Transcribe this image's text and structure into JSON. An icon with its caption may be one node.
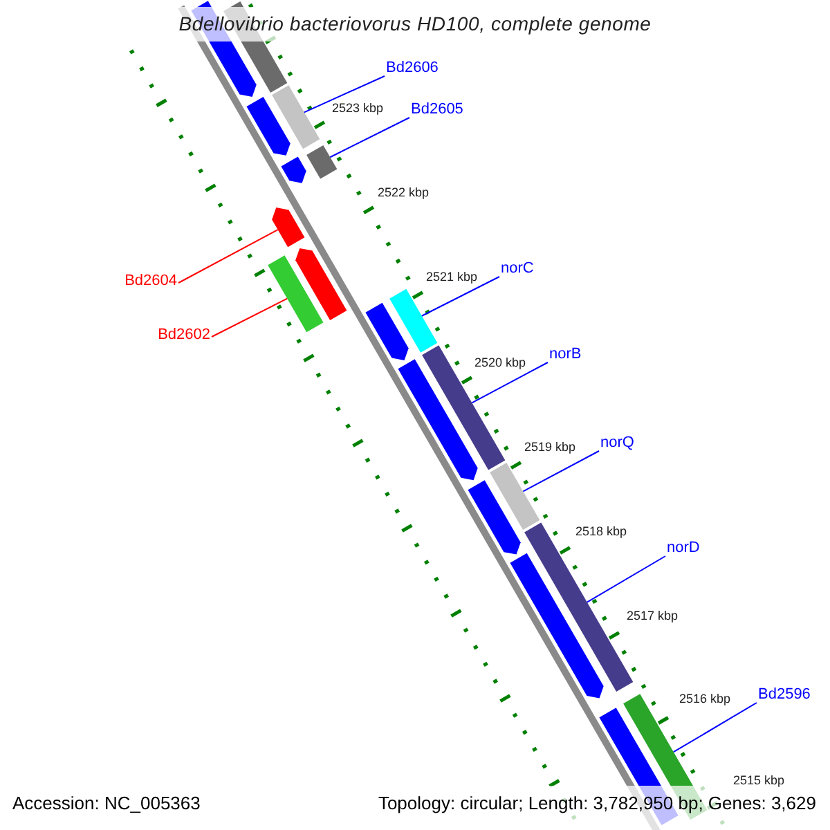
{
  "diagram": {
    "title": "Bdellovibrio bacteriovorus HD100, complete genome",
    "nodes": [
      {
        "text": [
          "Bd2606"
        ]
      },
      {
        "text": [
          "Bd2605"
        ]
      },
      {
        "text": [
          "norC"
        ]
      },
      {
        "text": [
          "Bd2604"
        ]
      },
      {
        "text": [
          "Bd2602"
        ]
      },
      {
        "text": [
          "norB"
        ]
      },
      {
        "text": [
          "norQ"
        ]
      },
      {
        "text": [
          "norD"
        ]
      },
      {
        "text": [
          "Bd2596"
        ]
      },
      {
        "text": [],
        "shape": "arrow"
      },
      {
        "text": [],
        "shape": "bar"
      },
      {
        "text": [],
        "shape": "arrow"
      },
      {
        "text": [],
        "shape": "bar"
      },
      {
        "text": [],
        "shape": "arrow"
      },
      {
        "text": [],
        "shape": "bar"
      },
      {
        "text": [],
        "shape": "arrow"
      },
      {
        "text": [],
        "shape": "bar"
      },
      {
        "text": [],
        "shape": "arrow"
      },
      {
        "text": [],
        "shape": "arrow"
      },
      {
        "text": [],
        "shape": "bar"
      },
      {
        "text": [],
        "shape": "arrow"
      },
      {
        "text": [],
        "shape": "bar"
      },
      {
        "text": [],
        "shape": "bar"
      },
      {
        "text": [],
        "shape": "arrow"
      },
      {
        "text": [],
        "shape": "bar"
      },
      {
        "text": [],
        "shape": "arrow"
      },
      {
        "text": [],
        "shape": "bar"
      },
      {
        "text": [],
        "shape": "bar"
      }
    ],
    "edges": [
      {
        "from": 0,
        "to": 12,
        "arrow": "none"
      },
      {
        "from": 1,
        "to": 14,
        "arrow": "none"
      },
      {
        "from": 2,
        "to": 19,
        "arrow": "none"
      },
      {
        "from": 3,
        "to": 15,
        "arrow": "none",
        "color": "#ff0000"
      },
      {
        "from": 4,
        "to": 16,
        "arrow": "none",
        "color": "#ff0000"
      },
      {
        "from": 5,
        "to": 21,
        "arrow": "none"
      },
      {
        "from": 6,
        "to": 22,
        "arrow": "none"
      },
      {
        "from": 7,
        "to": 24,
        "arrow": "none"
      },
      {
        "from": 8,
        "to": 26,
        "arrow": "none"
      }
    ],
    "labels": [
      "2523 kbp",
      "2522 kbp",
      "2521 kbp",
      "2520 kbp",
      "2519 kbp",
      "2518 kbp",
      "2517 kbp",
      "2516 kbp",
      "2515 kbp",
      "Accession: NC_005363",
      "Topology: circular; Length: 3,782,950 bp; Genes: 3,629"
    ]
  }
}
